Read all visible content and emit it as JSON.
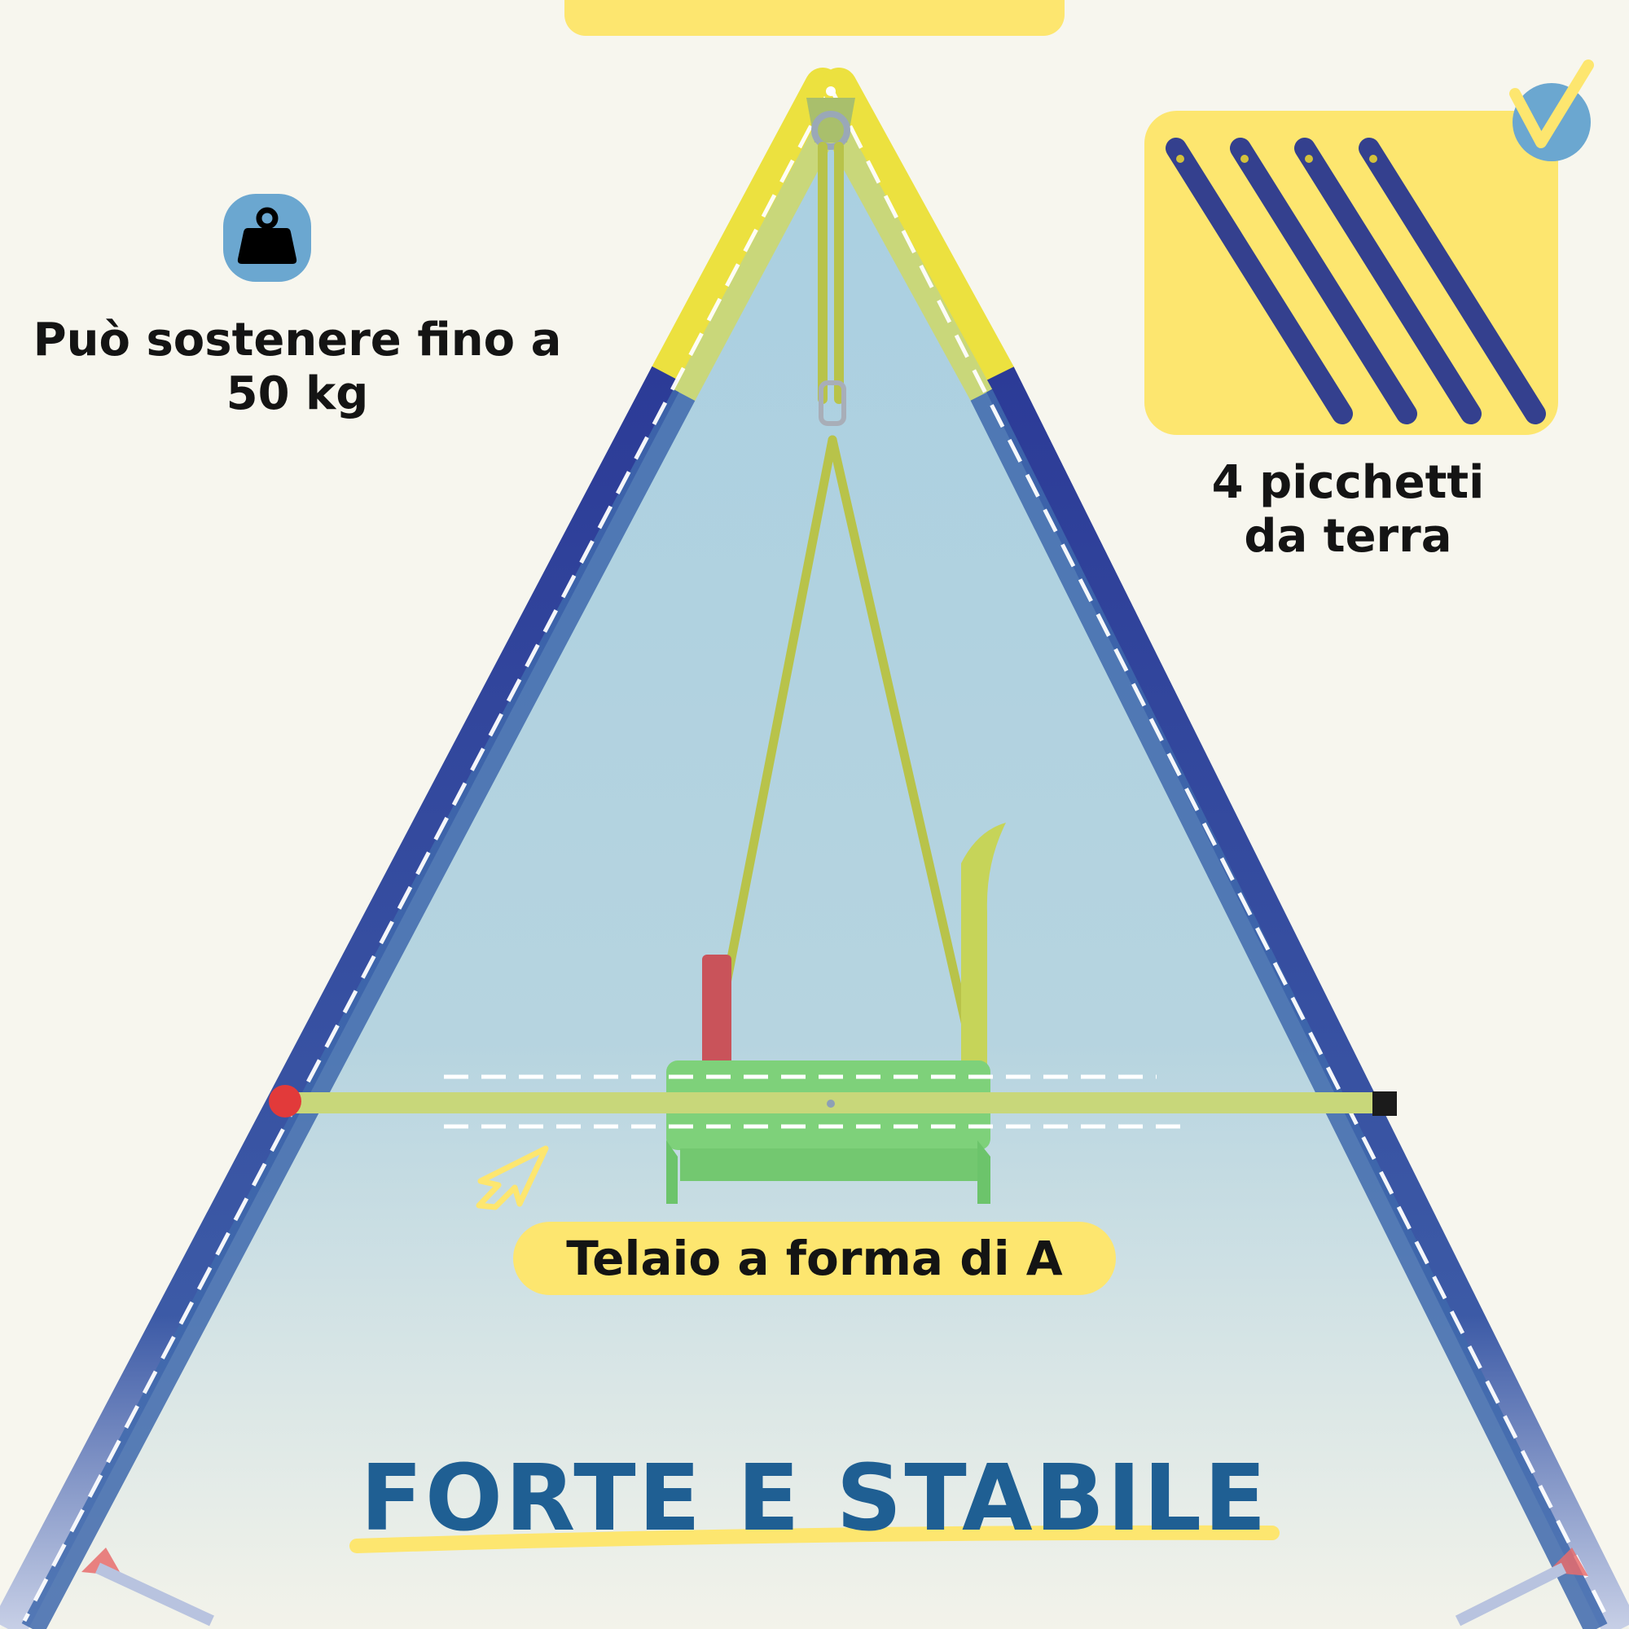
{
  "weight": {
    "icon": "weight-icon",
    "line1": "Può sostenere fino a",
    "line2": "50 kg"
  },
  "stakes": {
    "icon": "stakes-icon",
    "check_icon": "checkmark-icon",
    "line1": "4 picchetti",
    "line2": "da terra"
  },
  "frame": {
    "icon": "cursor-arrow-icon",
    "label": "Telaio a forma di A"
  },
  "title": "FORTE E STABILE",
  "colors": {
    "background": "#f7f6ee",
    "accent_yellow": "#fde66f",
    "frame_blue": "#2f3f9a",
    "title_blue": "#1f5f93",
    "icon_blue": "#6ba7d0",
    "seat_green": "#7ed17a",
    "rope_green": "#b5c64a"
  }
}
